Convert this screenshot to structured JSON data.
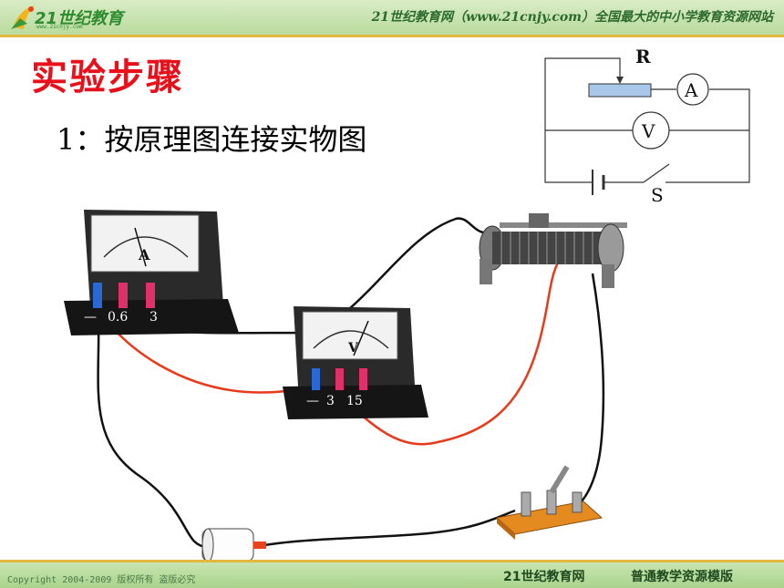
{
  "header": {
    "logo_text": "21世纪教育",
    "logo_sub": "www.21cnjy.com",
    "site_slogan": "21世纪教育网（www.21cnjy.com）全国最大的中小学教育资源网站"
  },
  "slide": {
    "title": "实验步骤",
    "step_1": "1：按原理图连接实物图"
  },
  "circuit": {
    "resistor_label": "R",
    "ammeter_label": "A",
    "voltmeter_label": "V",
    "switch_label": "S"
  },
  "ammeter": {
    "face_letter": "A",
    "terminals": [
      "—",
      "0.6",
      "3"
    ]
  },
  "voltmeter": {
    "face_letter": "V",
    "terminals": [
      "—",
      "3",
      "15"
    ]
  },
  "footer": {
    "copyright": "Copyright 2004-2009 版权所有 盗版必究",
    "site": "21世纪教育网",
    "template": "普通教学资源模版"
  }
}
